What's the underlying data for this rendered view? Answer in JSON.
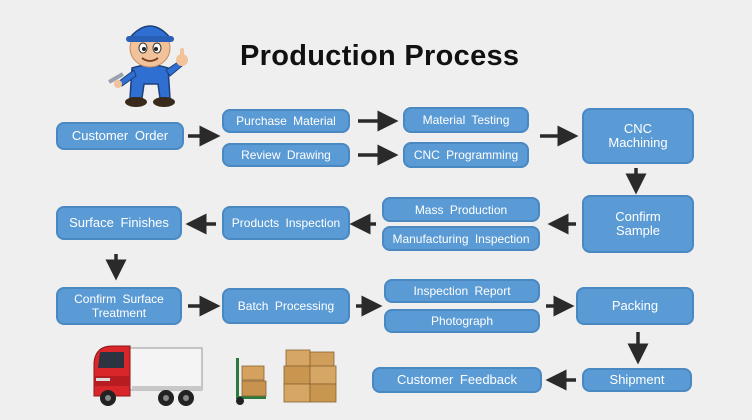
{
  "title": "Production Process",
  "colors": {
    "box_fill": "#5b9bd5",
    "box_border": "#4a88c2",
    "arrow": "#2a2a2a",
    "background": "#efefef"
  },
  "icons": [
    "mascot-worker-thumbs-up",
    "red-truck",
    "hand-truck-with-boxes",
    "stacked-cartons"
  ],
  "steps": {
    "customer_order": "Customer  Order",
    "purchase_material": "Purchase  Material",
    "review_drawing": "Review  Drawing",
    "material_testing": "Material  Testing",
    "cnc_programming": "CNC  Programming",
    "cnc_machining": "CNC\nMachining",
    "confirm_sample": "Confirm\nSample",
    "mass_production": "Mass Production",
    "manufacturing_inspection": "Manufacturing  Inspection",
    "products_inspection": "Products  Inspection",
    "surface_finishes": "Surface  Finishes",
    "confirm_surface_treatment": "Confirm  Surface\nTreatment",
    "batch_processing": "Batch  Processing",
    "inspection_report": "Inspection  Report",
    "photograph": "Photograph",
    "packing": "Packing",
    "shipment": "Shipment",
    "customer_feedback": "Customer  Feedback"
  }
}
